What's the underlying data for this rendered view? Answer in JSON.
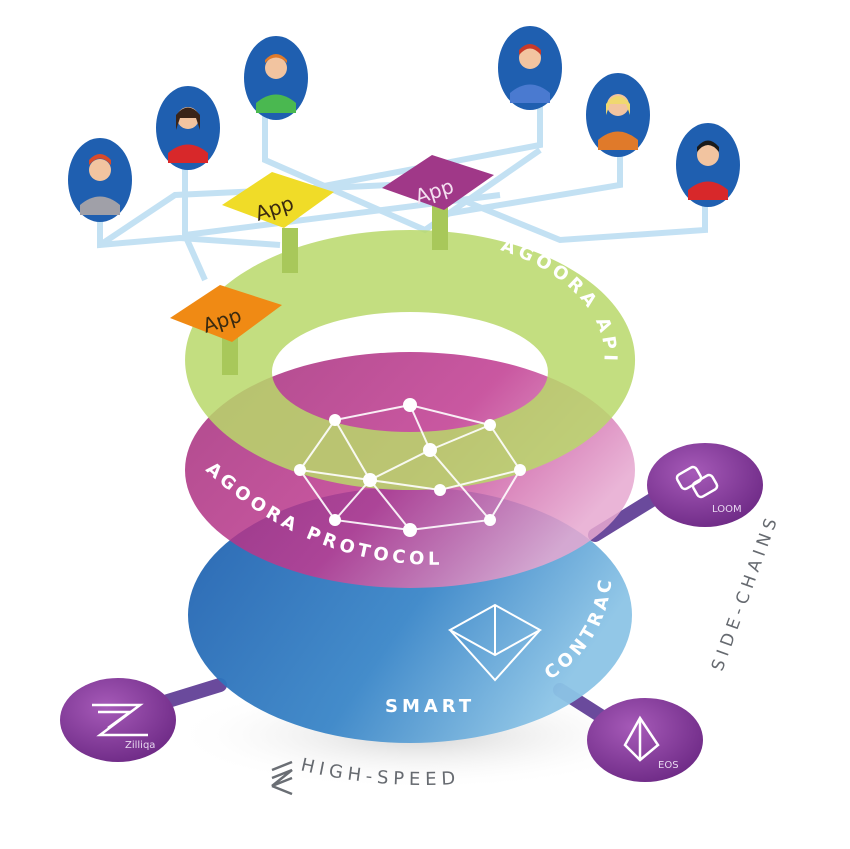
{
  "apps": [
    {
      "label": "App",
      "color": "#f08a14"
    },
    {
      "label": "App",
      "color": "#f0dc28"
    },
    {
      "label": "App",
      "color": "#a03888"
    }
  ],
  "layers": {
    "api": {
      "label": "AGOORA API",
      "color": "#b8d86a"
    },
    "protocol": {
      "label": "AGOORA PROTOCOL",
      "color": "#b0307e"
    },
    "smart": {
      "label": "SMART",
      "color": "#2a78c0"
    },
    "contract": {
      "label": "CONTRACT"
    }
  },
  "chains": {
    "loom": {
      "label": "LOOM"
    },
    "zilliqa": {
      "label": "Zilliqa"
    },
    "eos": {
      "label": "EOS"
    }
  },
  "captions": {
    "side_chains": "SIDE-CHAINS",
    "high_speed": "HIGH-SPEED"
  },
  "colors": {
    "avatar_bg": "#1f5fb0",
    "chain_bg": "#8a3a9c",
    "beam": "#b9dcf2"
  }
}
